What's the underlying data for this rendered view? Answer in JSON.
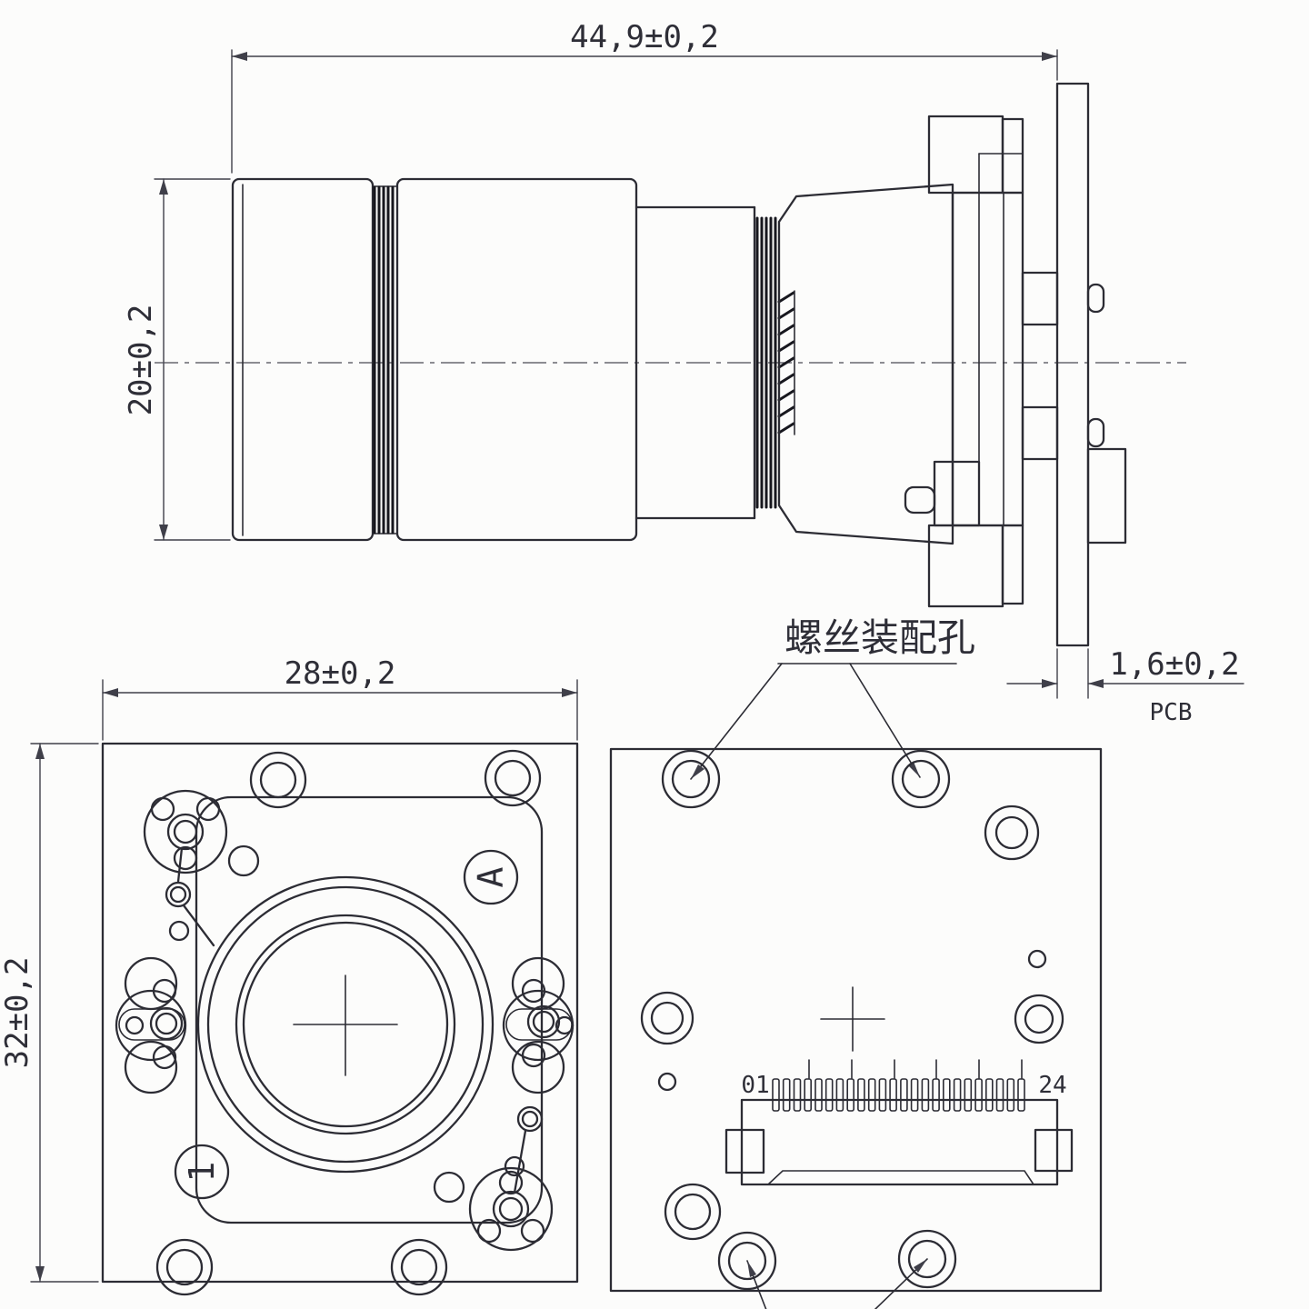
{
  "drawing": {
    "dimensions": {
      "overall_length": "44,9±0,2",
      "lens_diameter": "20±0,2",
      "board_width": "28±0,2",
      "board_height": "32±0,2",
      "pcb_thickness": "1,6±0,2"
    },
    "labels": {
      "pcb": "PCB",
      "screw_assembly_holes": "螺丝装配孔",
      "datum_a": "A",
      "datum_1": "1",
      "pin_first": "01",
      "pin_last": "24"
    },
    "connector": {
      "pin_count": 24
    },
    "colors": {
      "line": "#2c2c34",
      "thread_dark": "#17171e",
      "dim_line": "#3f3f49",
      "text": "#2e2e37",
      "background": "#fcfcfb"
    }
  }
}
